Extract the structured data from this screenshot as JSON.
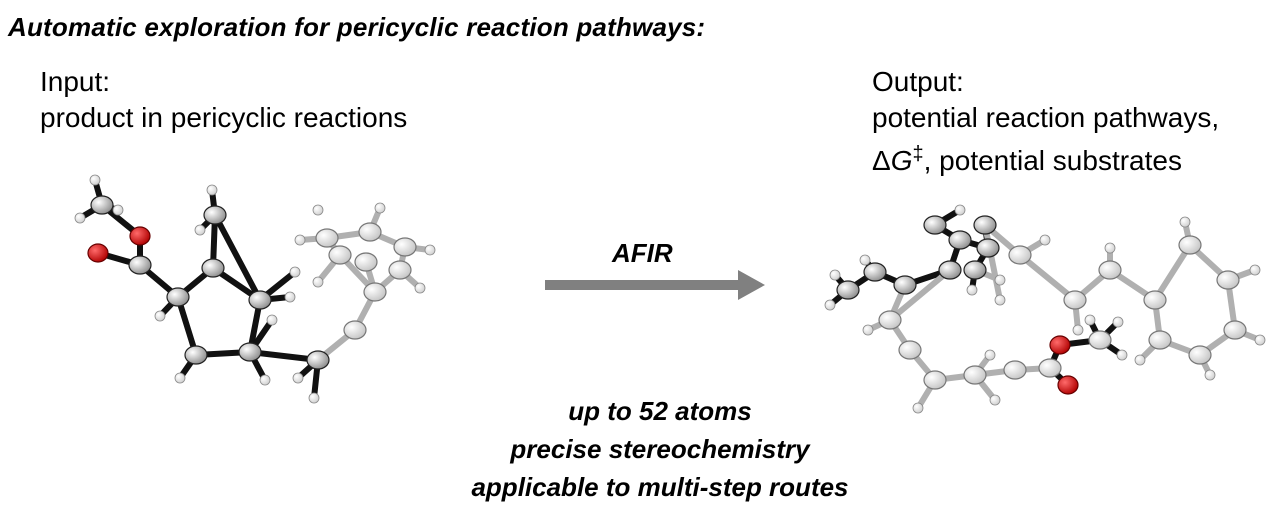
{
  "title": "Automatic exploration for pericyclic reaction pathways:",
  "input": {
    "heading": "Input:",
    "description": "product in pericyclic reactions"
  },
  "output": {
    "heading": "Output:",
    "line1": "potential reaction pathways,",
    "delta": "Δ",
    "g": "G",
    "dagger": "‡",
    "line2_rest": ", potential substrates"
  },
  "arrow_label": "AFIR",
  "features": [
    "up to 52 atoms",
    "precise stereochemistry",
    "applicable to multi-step routes"
  ],
  "colors": {
    "bond_dark": "#111111",
    "bond_light": "#b0b0b0",
    "oxygen": "#d41414",
    "carbon_dark": "#9a9a9a",
    "carbon_light": "#d8d8d8",
    "hydrogen": "#f0f0f0",
    "arrow": "#808080"
  }
}
